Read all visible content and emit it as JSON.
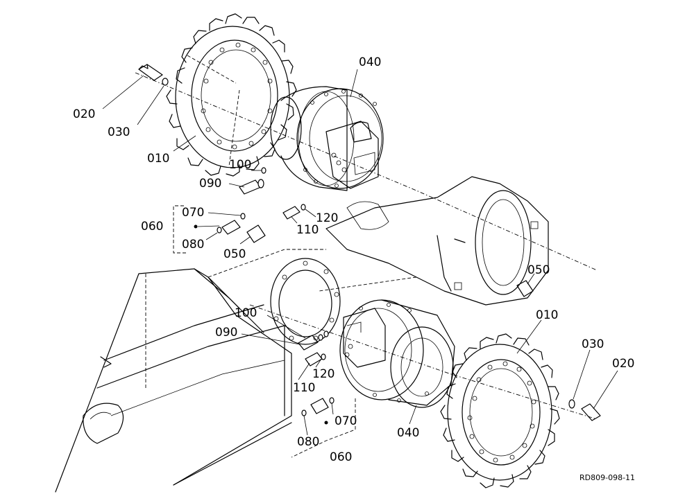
{
  "labels": {
    "l020a": "020",
    "l030a": "030",
    "l010a": "010",
    "l040a": "040",
    "l100a": "100",
    "l090a": "090",
    "l070a": "070",
    "l060a": "060",
    "l080a": "080",
    "l050a": "050",
    "l120a": "120",
    "l110a": "110",
    "l050b": "050",
    "l100b": "100",
    "l090b": "090",
    "l010b": "010",
    "l030b": "030",
    "l020b": "020",
    "l120b": "120",
    "l110b": "110",
    "l070b": "070",
    "l040b": "040",
    "l080b": "080",
    "l060b": "060"
  },
  "reference_code": "RD809-098-11"
}
